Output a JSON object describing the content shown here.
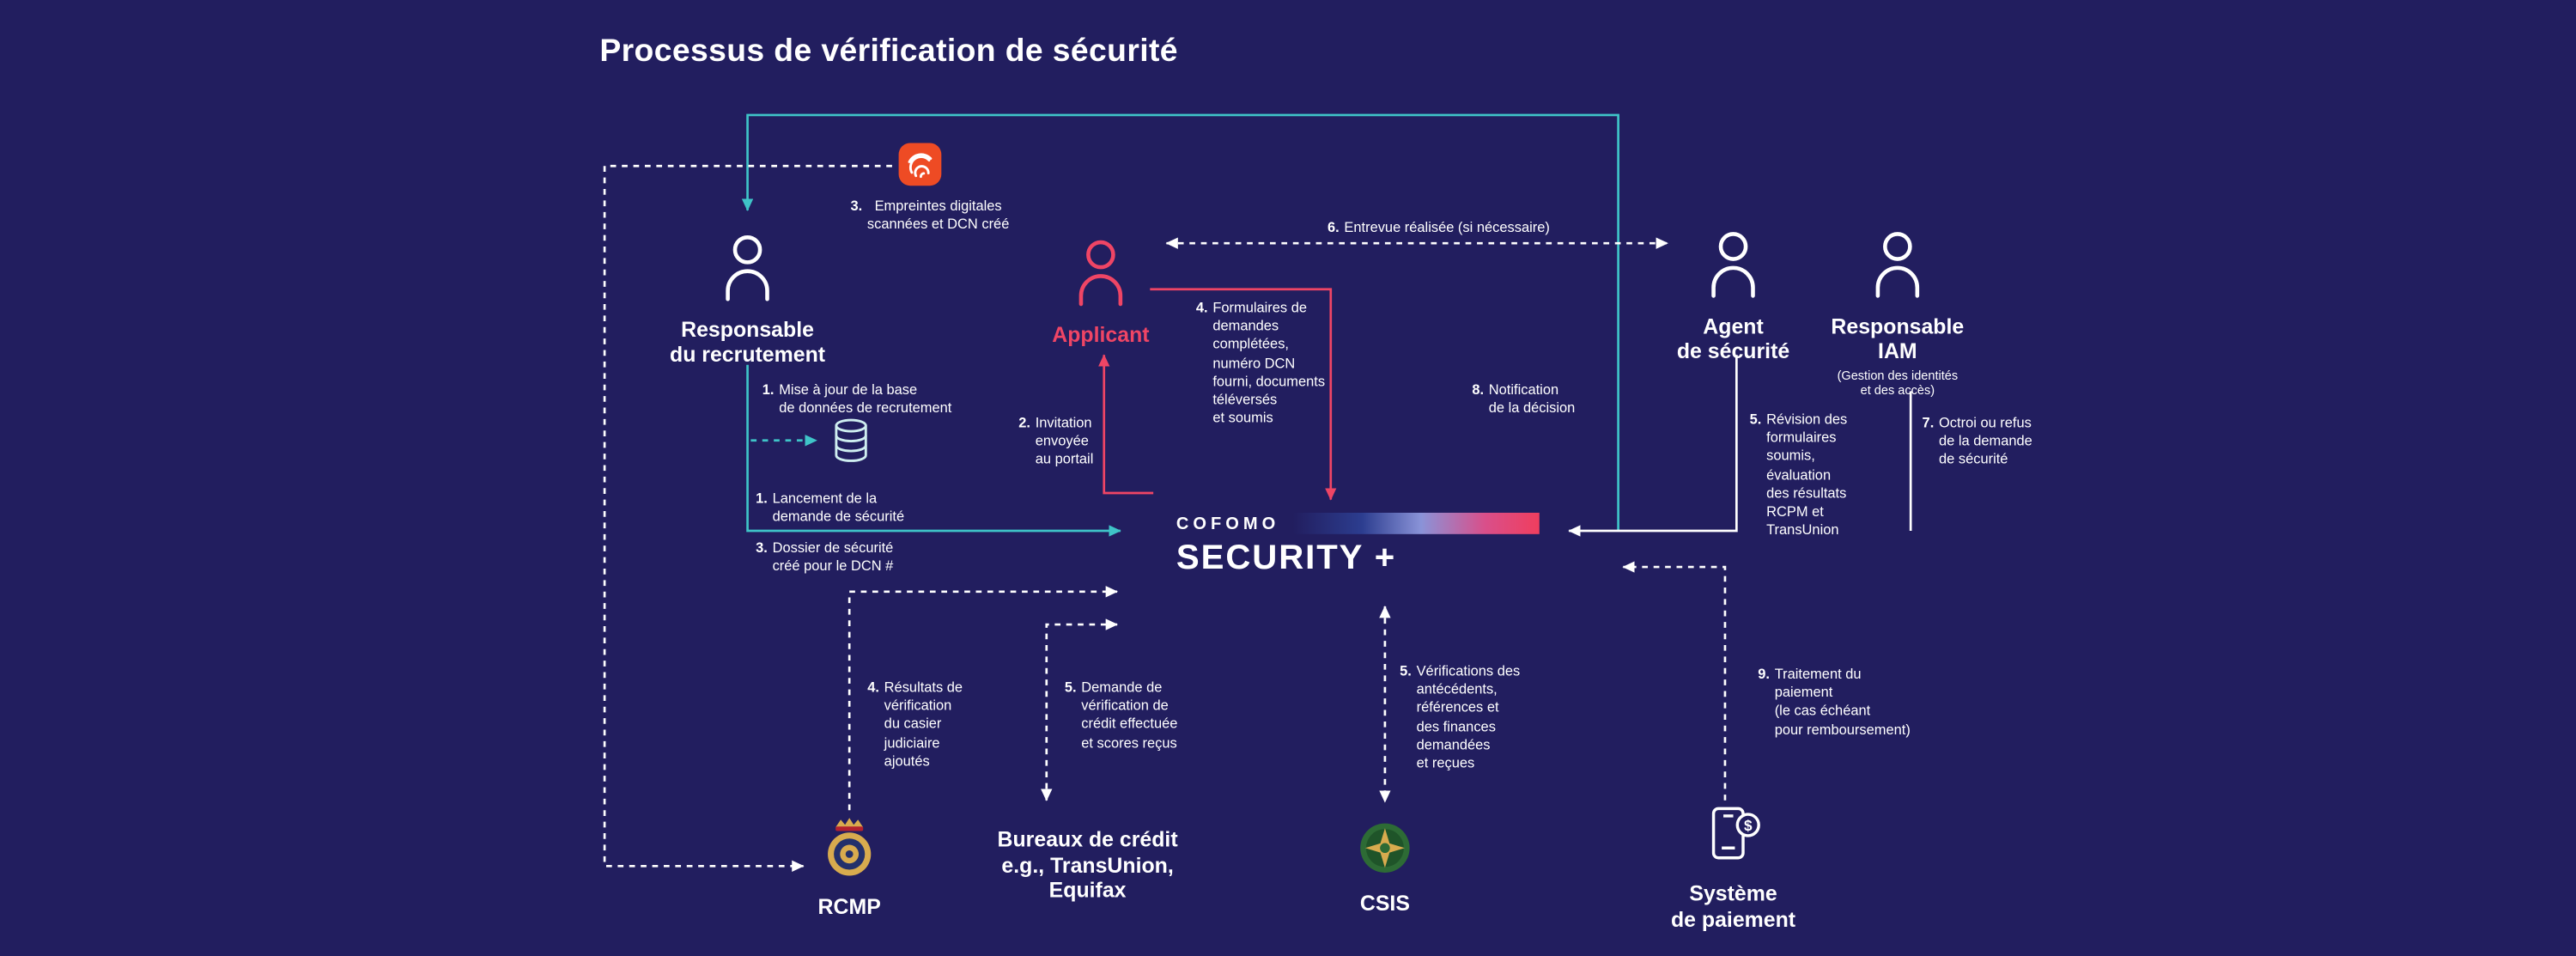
{
  "title": "Processus de vérification de sécurité",
  "hub": {
    "brand": "COFOMO",
    "product": "SECURITY +"
  },
  "actors": {
    "recruiter": {
      "label": "Responsable\ndu recrutement"
    },
    "applicant": {
      "label": "Applicant"
    },
    "security_agent": {
      "label": "Agent\nde sécurité"
    },
    "iam": {
      "label": "Responsable\nIAM",
      "sublabel": "(Gestion des identités\net des accès)"
    }
  },
  "entities": {
    "rcmp": {
      "label": "RCMP"
    },
    "credit_bureaus": {
      "label": "Bureaux de crédit\ne.g., TransUnion,\nEquifax"
    },
    "csis": {
      "label": "CSIS"
    },
    "payment": {
      "label": "Système\nde paiement",
      "symbol": "$"
    }
  },
  "steps": {
    "s1_update": {
      "num": "1.",
      "text": "Mise à jour de la base\nde données de recrutement"
    },
    "s1_launch": {
      "num": "1.",
      "text": "Lancement de la\ndemande de sécurité"
    },
    "s2_invite": {
      "num": "2.",
      "text": "Invitation\nenvoyée\nau portail"
    },
    "s3_fingerprints": {
      "num": "3.",
      "text": "Empreintes digitales\nscannées et DCN créé"
    },
    "s3_dossier": {
      "num": "3.",
      "text": "Dossier de sécurité\ncréé pour le DCN #"
    },
    "s4_forms": {
      "num": "4.",
      "text": "Formulaires de\ndemandes\ncomplétées,\nnuméro DCN\nfourni, documents\ntéléversés\net soumis"
    },
    "s4_rcmp_results": {
      "num": "4.",
      "text": "Résultats de\nvérification\ndu casier\njudiciaire\najoutés"
    },
    "s5_credit": {
      "num": "5.",
      "text": "Demande de\nvérification de\ncrédit effectuée\net scores reçus"
    },
    "s5_csis": {
      "num": "5.",
      "text": "Vérifications des\nantécédents,\nréférences et\ndes finances\ndemandées\net reçues"
    },
    "s5_review": {
      "num": "5.",
      "text": "Révision des\nformulaires\nsoumis,\névaluation\ndes résultats\nRCPM et\nTransUnion"
    },
    "s6_interview": {
      "num": "6.",
      "text": "Entrevue réalisée (si nécessaire)"
    },
    "s7_grant": {
      "num": "7.",
      "text": "Octroi ou refus\nde la demande\nde sécurité"
    },
    "s8_notify": {
      "num": "8.",
      "text": "Notification\nde la décision"
    },
    "s9_payment": {
      "num": "9.",
      "text": "Traitement du\npaiement\n(le cas échéant\npour remboursement)"
    }
  },
  "colors": {
    "background": "#221e5f",
    "teal": "#3fc4c8",
    "pink": "#ef4565",
    "white": "#ffffff",
    "orange": "#ee4b24",
    "gold": "#d8ab4e",
    "green": "#2d6b35",
    "brand_gradient": [
      "#221e5f",
      "#2c3d8f",
      "#8a93d8",
      "#d94f8a",
      "#f03e5e"
    ]
  }
}
